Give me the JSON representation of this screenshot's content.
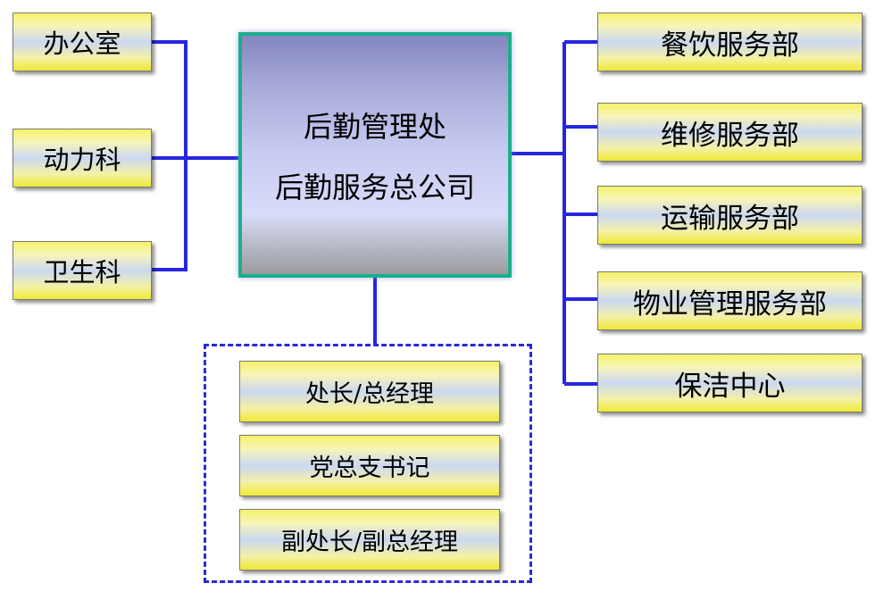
{
  "center": {
    "line1": "后勤管理处",
    "line2": "后勤服务总公司"
  },
  "left_units": [
    "办公室",
    "动力科",
    "卫生科"
  ],
  "right_units": [
    "餐饮服务部",
    "维修服务部",
    "运输服务部",
    "物业管理服务部",
    "保洁中心"
  ],
  "leadership": [
    "处长/总经理",
    "党总支书记",
    "副处长/副总经理"
  ],
  "colors": {
    "connector": "#2626e0",
    "center_border": "#1aaf8c",
    "box_fill": "#f5f26a",
    "group_border": "#2a2ad8"
  }
}
